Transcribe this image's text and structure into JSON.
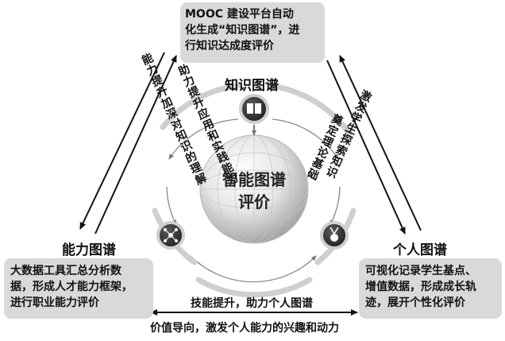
{
  "top_box": {
    "line1": "MOOC 建设平台自动",
    "line2": "化生成“知识图谱”，进",
    "line3": "行知识达成度评价"
  },
  "left_box": {
    "line1": "大数据工具汇总分析数",
    "line2": "据，形成人才能力框架，",
    "line3": "进行职业能力评价"
  },
  "right_box": {
    "line1": "可视化记录学生基点、",
    "line2": "增值数据，形成成长轨",
    "line3": "迹，展开个性化评价"
  },
  "nodes": {
    "knowledge": "知识图谱",
    "ability": "能力图谱",
    "personal": "个人图谱"
  },
  "center": {
    "line1": "智能图谱",
    "line2": "评价"
  },
  "arrow_labels": {
    "left_outer": "能力提升加深对知识的理解",
    "left_inner": "助力提升应用和实践能力",
    "right_inner": "奠定理论基础",
    "right_outer": "激发学生探索知识",
    "bottom_upper": "技能提升，助力个人图谱",
    "bottom_lower": "价值导向，激发个人能力的兴趣和动力"
  },
  "icons": {
    "knowledge": "book-icon",
    "ability": "network-icon",
    "personal": "medal-icon"
  }
}
